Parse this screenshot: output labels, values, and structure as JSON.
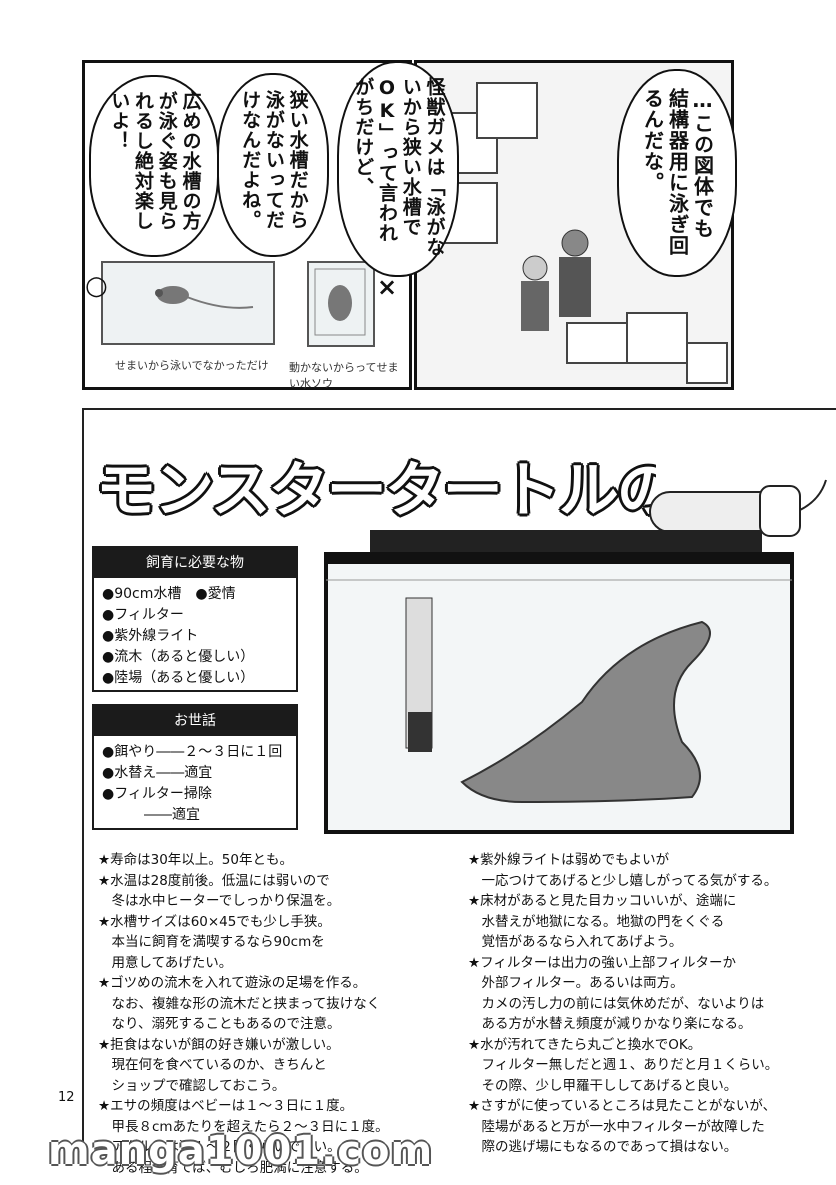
{
  "top_panel": {
    "bubble_1": "…この図体でも結構器用に泳ぎ回るんだな。",
    "bubble_2": "怪獣ガメは「泳がないから狭い水槽でOK」って言われがちだけど、",
    "bubble_3": "狭い水槽だから泳がないってだけなんだよね。",
    "bubble_4": "広めの水槽の方が泳ぐ姿も見られるし絶対楽しいよ！",
    "good_mark": "○",
    "bad_mark": "×",
    "good_caption": "せまいから泳いでなかっただけ",
    "bad_caption": "動かないからってせまい水ソウ"
  },
  "title": "モンスタータートルの飼い方",
  "needs_box": {
    "heading": "飼育に必要な物",
    "items": [
      "●90cm水槽　●愛情",
      "●フィルター",
      "●紫外線ライト",
      "●流木（あると優しい）",
      "●陸場（あると優しい）"
    ]
  },
  "care_box": {
    "heading": "お世話",
    "items": [
      "●餌やり――２～３日に１回",
      "●水替え――適宜",
      "●フィルター掃除",
      "　　　――適宜"
    ]
  },
  "notes_left": [
    "★寿命は30年以上。50年とも。",
    "★水温は28度前後。低温には弱いので",
    "　冬は水中ヒーターでしっかり保温を。",
    "★水槽サイズは60×45でも少し手狭。",
    "　本当に飼育を満喫するなら90cmを",
    "　用意してあげたい。",
    "★ゴツめの流木を入れて遊泳の足場を作る。",
    "　なお、複雑な形の流木だと挟まって抜けなく",
    "　なり、溺死することもあるので注意。",
    "★拒食はないが餌の好き嫌いが激しい。",
    "　現在何を食べているのか、きちんと",
    "　ショップで確認しておこう。",
    "★エサの頻度はベビーは１～３日に１度。",
    "　甲長８cmあたりを超えたら２～３日に１度。",
    "　アダルトは週１～２回くらいでよい。",
    "　ある程度育てば、むしろ肥満に注意する。"
  ],
  "notes_right": [
    "★紫外線ライトは弱めでもよいが",
    "　一応つけてあげると少し嬉しがってる気がする。",
    "★床材があると見た目カッコいいが、途端に",
    "　水替えが地獄になる。地獄の門をくぐる",
    "　覚悟があるなら入れてあげよう。",
    "★フィルターは出力の強い上部フィルターか",
    "　外部フィルター。あるいは両方。",
    "　カメの汚し力の前には気休めだが、ないよりは",
    "　ある方が水替え頻度が減りかなり楽になる。",
    "★水が汚れてきたら丸ごと換水でOK。",
    "　フィルター無しだと週１、ありだと月１くらい。",
    "　その際、少し甲羅干ししてあげると良い。",
    "★さすがに使っているところは見たことがないが、",
    "　陸場があると万が一水中フィルターが故障した",
    "　際の逃げ場にもなるのであって損はない。"
  ],
  "page_number": "12",
  "watermark": "manga1001.com"
}
